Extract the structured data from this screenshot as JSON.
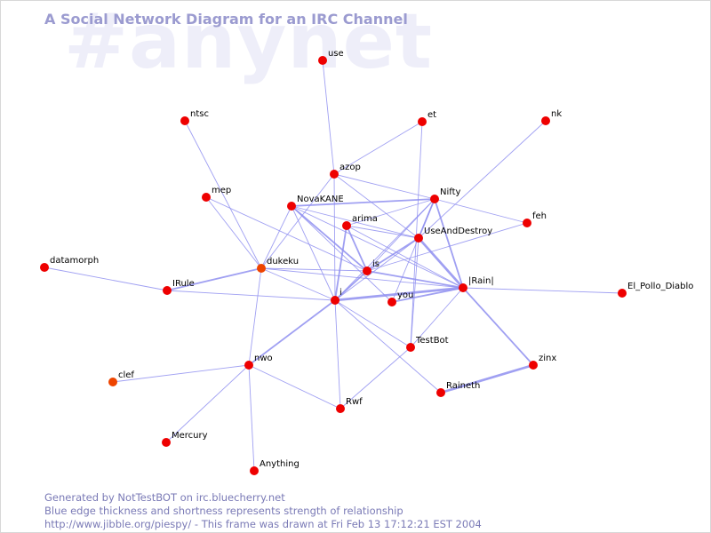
{
  "title": "A Social Network Diagram for an IRC Channel",
  "channel_watermark": "#anynet",
  "colors": {
    "edge": "#8f8ff0",
    "node": "#ee0000",
    "node_alt": "#ee4400",
    "title": "#9b9bd0",
    "footer": "#7a7ab6",
    "watermark": "#eeeef9"
  },
  "footer": {
    "line1": "Generated by NotTestBOT on irc.bluecherry.net",
    "line2": "Blue edge thickness and shortness represents strength of relationship",
    "line3": "http://www.jibble.org/piespy/ - This frame was drawn at Fri Feb 13 17:12:21 EST 2004"
  },
  "nodes": [
    {
      "id": "use",
      "label": "use"
    },
    {
      "id": "ntsc",
      "label": "ntsc"
    },
    {
      "id": "et",
      "label": "et"
    },
    {
      "id": "nk",
      "label": "nk"
    },
    {
      "id": "azop",
      "label": "azop"
    },
    {
      "id": "mep",
      "label": "mep"
    },
    {
      "id": "NovaKANE",
      "label": "NovaKANE"
    },
    {
      "id": "Nifty",
      "label": "Nifty"
    },
    {
      "id": "feh",
      "label": "feh"
    },
    {
      "id": "arima",
      "label": "arima"
    },
    {
      "id": "UseAndDestroy",
      "label": "UseAndDestroy"
    },
    {
      "id": "datamorph",
      "label": "datamorph"
    },
    {
      "id": "dukeku",
      "label": "dukeku"
    },
    {
      "id": "is",
      "label": "is"
    },
    {
      "id": "Rain",
      "label": "|Rain|"
    },
    {
      "id": "El_Pollo_Diablo",
      "label": "El_Pollo_Diablo"
    },
    {
      "id": "IRule",
      "label": "IRule"
    },
    {
      "id": "i",
      "label": "i"
    },
    {
      "id": "you",
      "label": "you"
    },
    {
      "id": "TestBot",
      "label": "TestBot"
    },
    {
      "id": "nwo",
      "label": "nwo"
    },
    {
      "id": "zinx",
      "label": "zinx"
    },
    {
      "id": "clef",
      "label": "clef"
    },
    {
      "id": "Raineth",
      "label": "Raineth"
    },
    {
      "id": "Rwf",
      "label": "Rwf"
    },
    {
      "id": "Mercury",
      "label": "Mercury"
    },
    {
      "id": "Anything",
      "label": "Anything"
    }
  ],
  "edges": [
    {
      "from": "use",
      "to": "azop",
      "weight": 1
    },
    {
      "from": "ntsc",
      "to": "dukeku",
      "weight": 1
    },
    {
      "from": "et",
      "to": "azop",
      "weight": 1
    },
    {
      "from": "et",
      "to": "TestBot",
      "weight": 1
    },
    {
      "from": "nk",
      "to": "UseAndDestroy",
      "weight": 1
    },
    {
      "from": "azop",
      "to": "i",
      "weight": 1
    },
    {
      "from": "azop",
      "to": "Nifty",
      "weight": 1
    },
    {
      "from": "azop",
      "to": "UseAndDestroy",
      "weight": 1
    },
    {
      "from": "azop",
      "to": "dukeku",
      "weight": 1
    },
    {
      "from": "mep",
      "to": "is",
      "weight": 1
    },
    {
      "from": "mep",
      "to": "dukeku",
      "weight": 1
    },
    {
      "from": "NovaKANE",
      "to": "Nifty",
      "weight": 2
    },
    {
      "from": "NovaKANE",
      "to": "UseAndDestroy",
      "weight": 1
    },
    {
      "from": "NovaKANE",
      "to": "is",
      "weight": 2
    },
    {
      "from": "NovaKANE",
      "to": "i",
      "weight": 1
    },
    {
      "from": "NovaKANE",
      "to": "Rain",
      "weight": 1
    },
    {
      "from": "NovaKANE",
      "to": "you",
      "weight": 1
    },
    {
      "from": "Nifty",
      "to": "arima",
      "weight": 1
    },
    {
      "from": "Nifty",
      "to": "UseAndDestroy",
      "weight": 2
    },
    {
      "from": "Nifty",
      "to": "Rain",
      "weight": 2
    },
    {
      "from": "Nifty",
      "to": "feh",
      "weight": 1
    },
    {
      "from": "Nifty",
      "to": "i",
      "weight": 1
    },
    {
      "from": "Nifty",
      "to": "is",
      "weight": 1
    },
    {
      "from": "Nifty",
      "to": "you",
      "weight": 1
    },
    {
      "from": "arima",
      "to": "UseAndDestroy",
      "weight": 1
    },
    {
      "from": "arima",
      "to": "is",
      "weight": 2
    },
    {
      "from": "arima",
      "to": "i",
      "weight": 2
    },
    {
      "from": "arima",
      "to": "Rain",
      "weight": 1
    },
    {
      "from": "UseAndDestroy",
      "to": "Rain",
      "weight": 3
    },
    {
      "from": "UseAndDestroy",
      "to": "is",
      "weight": 2
    },
    {
      "from": "UseAndDestroy",
      "to": "TestBot",
      "weight": 1
    },
    {
      "from": "UseAndDestroy",
      "to": "i",
      "weight": 1
    },
    {
      "from": "feh",
      "to": "is",
      "weight": 1
    },
    {
      "from": "datamorph",
      "to": "IRule",
      "weight": 1
    },
    {
      "from": "dukeku",
      "to": "IRule",
      "weight": 2
    },
    {
      "from": "dukeku",
      "to": "is",
      "weight": 1
    },
    {
      "from": "dukeku",
      "to": "i",
      "weight": 1
    },
    {
      "from": "dukeku",
      "to": "nwo",
      "weight": 1
    },
    {
      "from": "dukeku",
      "to": "NovaKANE",
      "weight": 1
    },
    {
      "from": "dukeku",
      "to": "Rain",
      "weight": 1
    },
    {
      "from": "is",
      "to": "Rain",
      "weight": 2
    },
    {
      "from": "is",
      "to": "i",
      "weight": 2
    },
    {
      "from": "i",
      "to": "Rain",
      "weight": 3
    },
    {
      "from": "i",
      "to": "IRule",
      "weight": 1
    },
    {
      "from": "i",
      "to": "nwo",
      "weight": 2
    },
    {
      "from": "i",
      "to": "TestBot",
      "weight": 1
    },
    {
      "from": "i",
      "to": "Rwf",
      "weight": 1
    },
    {
      "from": "i",
      "to": "Raineth",
      "weight": 1
    },
    {
      "from": "you",
      "to": "Rain",
      "weight": 2
    },
    {
      "from": "Rain",
      "to": "El_Pollo_Diablo",
      "weight": 1
    },
    {
      "from": "Rain",
      "to": "zinx",
      "weight": 2
    },
    {
      "from": "Rain",
      "to": "TestBot",
      "weight": 1
    },
    {
      "from": "TestBot",
      "to": "Rwf",
      "weight": 1
    },
    {
      "from": "zinx",
      "to": "Raineth",
      "weight": 3
    },
    {
      "from": "nwo",
      "to": "clef",
      "weight": 1
    },
    {
      "from": "nwo",
      "to": "Mercury",
      "weight": 1
    },
    {
      "from": "nwo",
      "to": "Anything",
      "weight": 1
    },
    {
      "from": "nwo",
      "to": "Rwf",
      "weight": 1
    }
  ]
}
